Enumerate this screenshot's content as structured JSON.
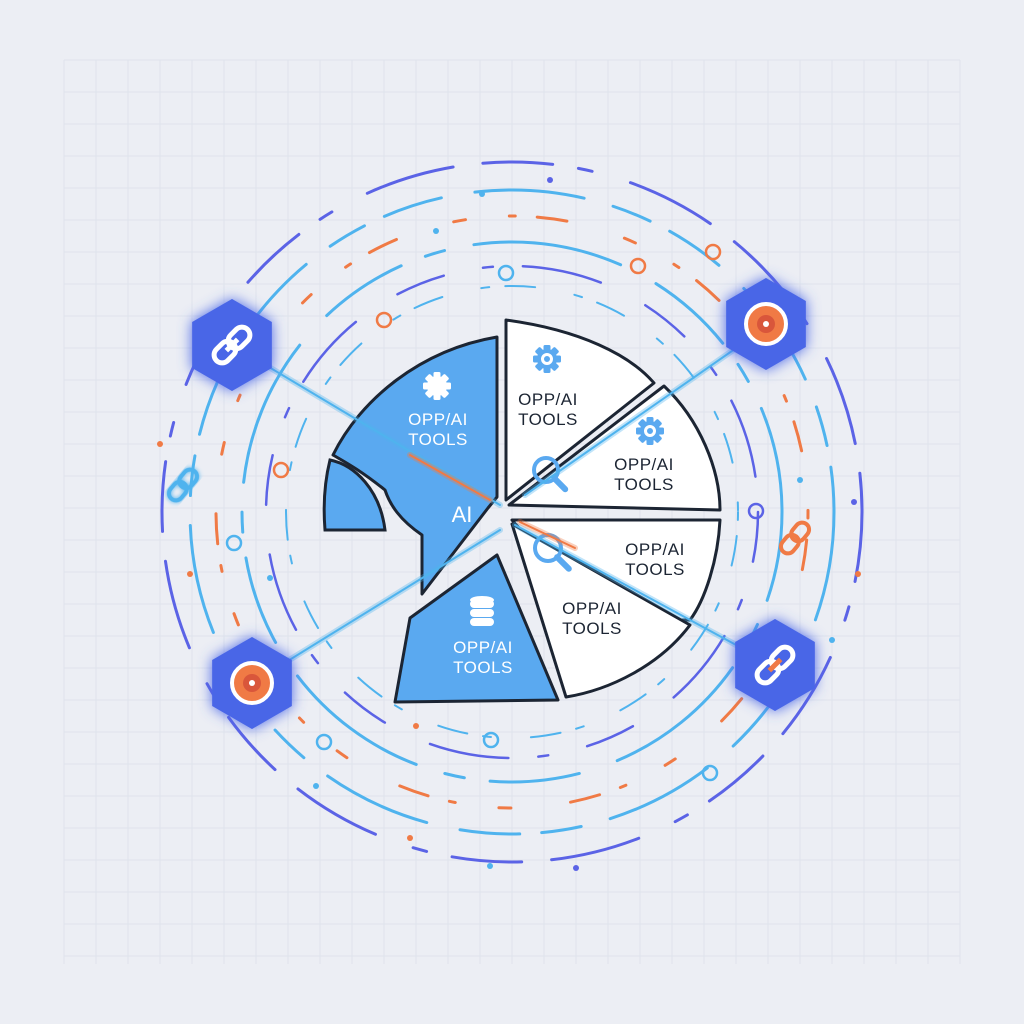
{
  "diagram": {
    "center_label": "AI",
    "segments": [
      {
        "line1": "OPP/AI",
        "line2": "TOOLS",
        "icon": "gear-icon",
        "fill": "#5aa9f0"
      },
      {
        "line1": "OPP/AI",
        "line2": "TOOLS",
        "icon": "gear-icon",
        "fill": "#ffffff"
      },
      {
        "line1": "OPP/AI",
        "line2": "TOOLS",
        "icon": "gear-icon",
        "fill": "#ffffff"
      },
      {
        "line1": "OPP/AI",
        "line2": "TOOLS",
        "icon": "magnifier-icon",
        "fill": "#ffffff"
      },
      {
        "line1": "OPP/AI",
        "line2": "TOOLS",
        "icon": "magnifier-icon",
        "fill": "#ffffff"
      },
      {
        "line1": "OPP/AI",
        "line2": "TOOLS",
        "icon": "database-icon",
        "fill": "#5aa9f0"
      }
    ],
    "nodes": [
      {
        "name": "top-left",
        "icon": "chain-link-icon"
      },
      {
        "name": "top-right",
        "icon": "target-icon"
      },
      {
        "name": "bottom-left",
        "icon": "target-icon"
      },
      {
        "name": "bottom-right",
        "icon": "chain-link-icon"
      }
    ]
  },
  "colors": {
    "background": "#eceef4",
    "grid": "#dfe3ec",
    "blue": "#5aa9f0",
    "sky": "#4fb3ee",
    "indigo": "#5b63e6",
    "orange": "#f07a45",
    "outline": "#1c2533",
    "hex_node": "#4f6ff0"
  }
}
